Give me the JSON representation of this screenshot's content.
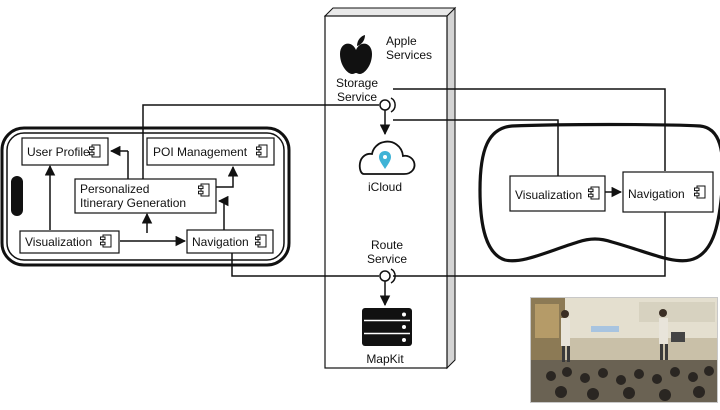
{
  "services": {
    "provider": "Apple\nServices",
    "storage_label": "Storage\nService",
    "cloud_label": "iCloud",
    "route_label": "Route\nService",
    "map_label": "MapKit"
  },
  "phone_components": {
    "user_profile": "User Profile",
    "poi_management": "POI Management",
    "itinerary": "Personalized\nItinerary Generation",
    "visualization": "Visualization",
    "navigation": "Navigation"
  },
  "headset_components": {
    "visualization": "Visualization",
    "navigation": "Navigation"
  },
  "colors": {
    "line": "#111111",
    "cloud_pin": "#3fb3d6",
    "panel_shadow": "#d9d9d9"
  },
  "icons": [
    "apple-logo-icon",
    "cloud-icon",
    "location-pin-icon",
    "server-rack-icon",
    "component-icon"
  ]
}
